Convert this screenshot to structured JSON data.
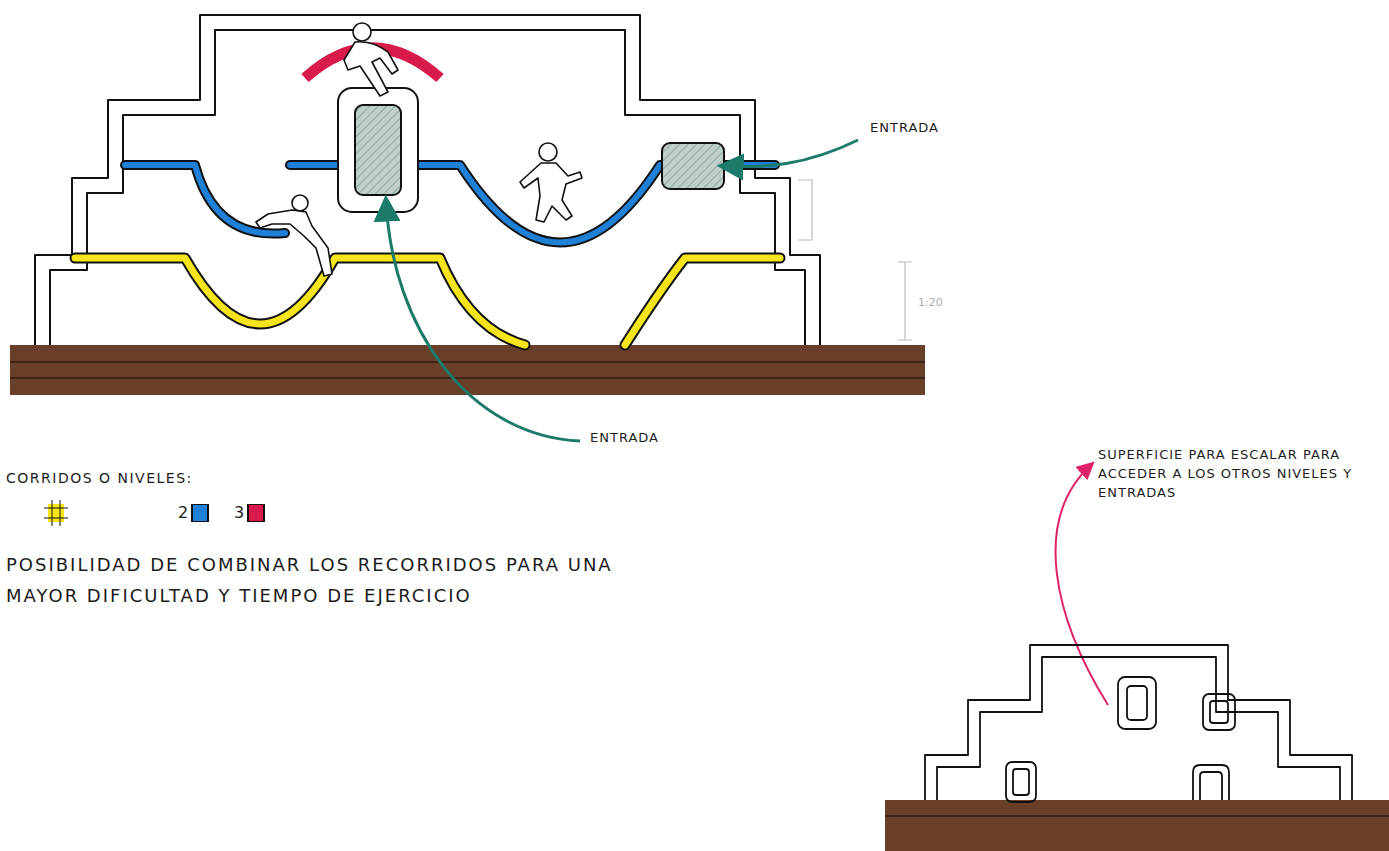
{
  "diagram": {
    "labels": [
      "ENTRADA",
      "ENTRADA",
      "1:20",
      "CORRIDOS O NIVELES:",
      "POSIBILIDAD DE COMBINAR LOS RECORRIDOS PARA UNA MAYOR DIFICULTAD Y TIEMPO DE EJERCICIO",
      "SUPERFICIE PARA ESCALAR PARA ACCEDER A LOS OTROS NIVELES Y ENTRADAS"
    ],
    "legend": [
      {
        "text": "2",
        "color": "#1f80d8"
      },
      {
        "text": "3",
        "color": "#d81b4a"
      }
    ]
  }
}
